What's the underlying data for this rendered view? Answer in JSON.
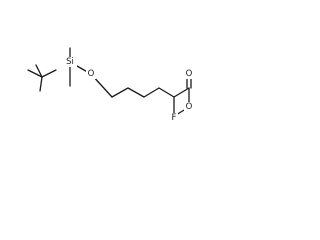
{
  "molecule": {
    "atoms": {
      "si": "Si",
      "o_ether": "O",
      "f": "F",
      "o_carbonyl": "O",
      "o_ester": "O"
    }
  }
}
